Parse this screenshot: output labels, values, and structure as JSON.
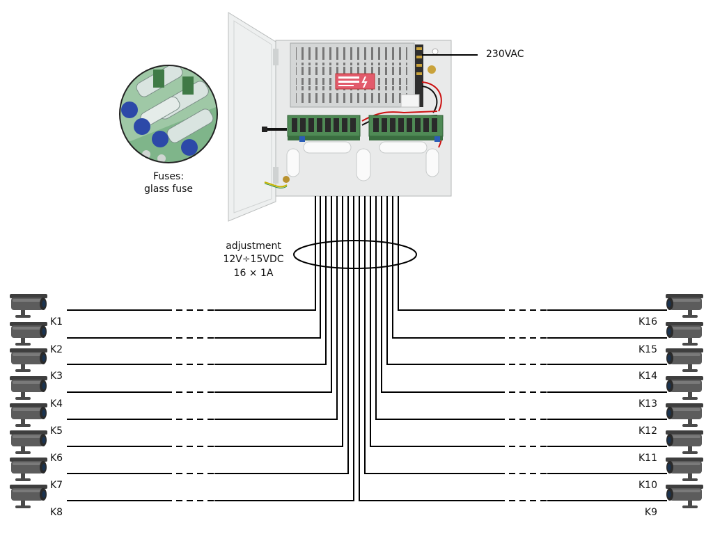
{
  "mains_label": "230VAC",
  "fuse_caption": {
    "line1": "Fuses:",
    "line2": "glass fuse"
  },
  "output_caption": {
    "line1": "adjustment",
    "line2": "12V÷15VDC",
    "line3": "16 × 1A"
  },
  "cameras_left": [
    "K1",
    "K2",
    "K3",
    "K4",
    "K5",
    "K6",
    "K7",
    "K8"
  ],
  "cameras_right": [
    "K16",
    "K15",
    "K14",
    "K13",
    "K12",
    "K11",
    "K10",
    "K9"
  ],
  "icons": {
    "camera": "cctv-camera-icon",
    "enclosure": "power-supply-enclosure",
    "fuse_detail": "fuse-closeup"
  },
  "colors": {
    "enclosure": "#e9eaea",
    "terminal_board": "#4f8a55",
    "camera_body": "#5c5c5c",
    "wire": "#000000"
  }
}
